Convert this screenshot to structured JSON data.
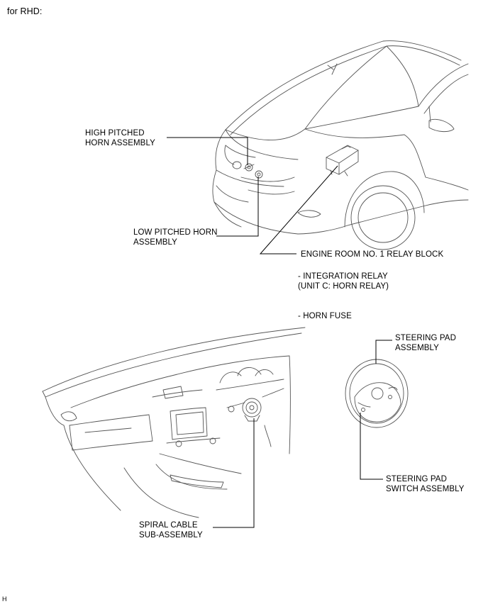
{
  "header": {
    "variant": "for RHD:"
  },
  "labels": {
    "high_horn": [
      "HIGH PITCHED",
      "HORN ASSEMBLY"
    ],
    "low_horn": [
      "LOW PITCHED HORN",
      "ASSEMBLY"
    ],
    "relay_block": "ENGINE ROOM NO. 1 RELAY BLOCK",
    "integration_relay": [
      "- INTEGRATION RELAY",
      "(UNIT C: HORN RELAY)"
    ],
    "horn_fuse": "- HORN FUSE",
    "steering_pad": [
      "STEERING PAD",
      "ASSEMBLY"
    ],
    "steering_pad_switch": [
      "STEERING PAD",
      "SWITCH ASSEMBLY"
    ],
    "spiral_cable": [
      "SPIRAL CABLE",
      "SUB-ASSEMBLY"
    ]
  },
  "footer": {
    "code": "H"
  },
  "colors": {
    "line": "#000000",
    "sketch": "#555555",
    "background": "#ffffff"
  }
}
